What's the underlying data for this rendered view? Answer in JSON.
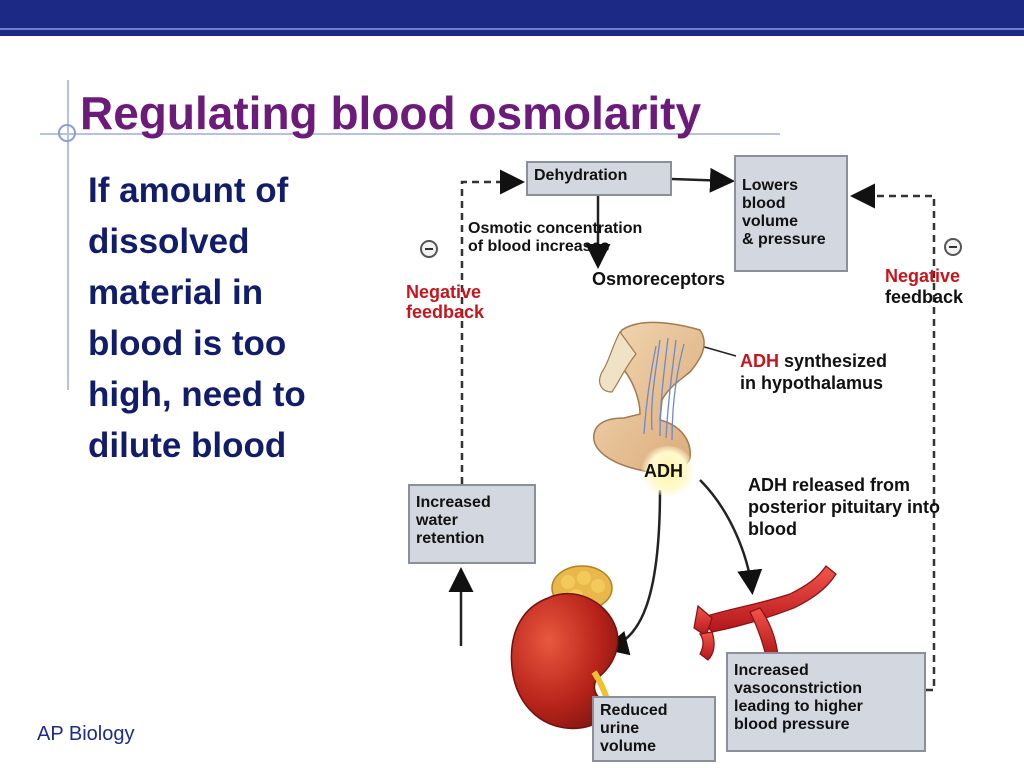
{
  "slide": {
    "title": "Regulating blood osmolarity",
    "bullet_text": "If amount of dissolved material in blood is too high, need to dilute blood",
    "footer": "AP Biology"
  },
  "diagram": {
    "dehydration": "Dehydration",
    "lowers_box": [
      "Lowers",
      "blood",
      "volume",
      "& pressure"
    ],
    "osmotic_line1": "Osmotic concentration",
    "osmotic_line2": "of blood increases",
    "osmoreceptors": "Osmoreceptors",
    "adh_red": "ADH",
    "adh_synth_rest": " synthesized",
    "adh_synth_line2": "in hypothalamus",
    "adh_label": "ADH",
    "adh_release": "ADH released from posterior pituitary into blood",
    "water_box": [
      "Increased",
      "water",
      "retention"
    ],
    "urine_box": [
      "Reduced",
      "urine",
      "volume"
    ],
    "vaso_box": [
      "Increased",
      "vasoconstriction",
      "leading to higher",
      "blood pressure"
    ],
    "neg_left_1": "Negative",
    "neg_left_2": "feedback",
    "neg_right_1": "Negative",
    "neg_right_2": "feedback"
  },
  "colors": {
    "title": "#6d1b7a",
    "bullet": "#111d6b",
    "topbar": "#1c2a86",
    "negative": "#c8141c",
    "box_fill": "#d3d7e0"
  }
}
